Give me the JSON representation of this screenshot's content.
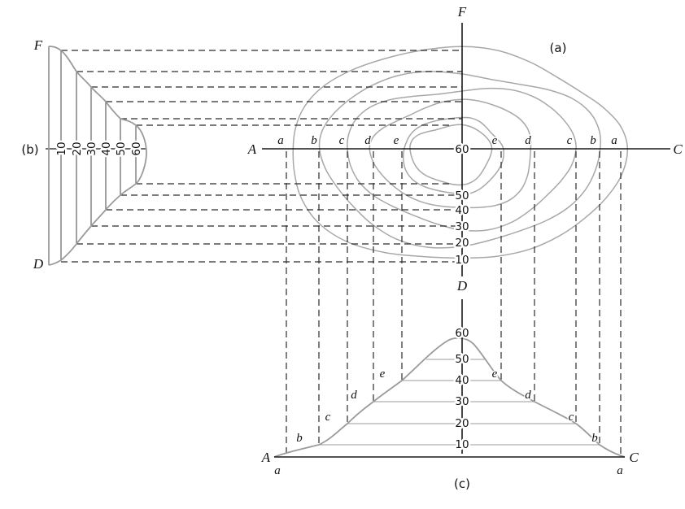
{
  "panels": {
    "a": "(a)",
    "b": "(b)",
    "c": "(c)"
  },
  "map": {
    "top": "F",
    "bottom": "D",
    "left": "A",
    "right": "C",
    "peak_value": "60",
    "letters_left": [
      "a",
      "b",
      "c",
      "d",
      "e"
    ],
    "letters_right": [
      "e",
      "d",
      "c",
      "b",
      "a"
    ],
    "depth_values": [
      "50",
      "40",
      "30",
      "20",
      "10"
    ],
    "contour_values": [
      "10",
      "20",
      "30",
      "40",
      "50",
      "60"
    ]
  },
  "profile_left": {
    "top": "F",
    "bottom": "D",
    "values": [
      "10",
      "20",
      "30",
      "40",
      "50",
      "60"
    ]
  },
  "profile_bottom": {
    "left": "A",
    "right": "C",
    "corner_left": "a",
    "corner_right": "a",
    "values": [
      "60",
      "50",
      "40",
      "30",
      "20",
      "10"
    ],
    "letters_left": [
      "b",
      "c",
      "d",
      "e"
    ],
    "letters_right": [
      "e",
      "d",
      "c",
      "b"
    ]
  }
}
